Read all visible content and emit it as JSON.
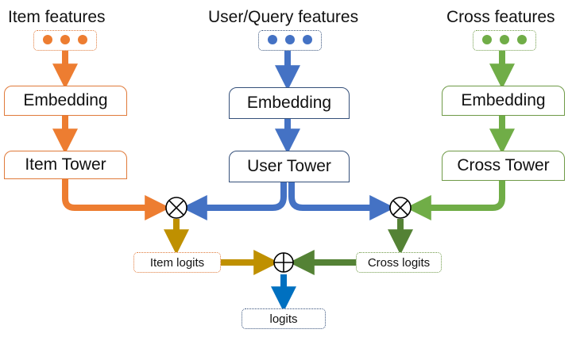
{
  "titles": {
    "item": "Item features",
    "user": "User/Query features",
    "cross": "Cross features"
  },
  "boxes": {
    "item_embedding": "Embedding",
    "item_tower": "Item Tower",
    "user_embedding": "Embedding",
    "user_tower": "User Tower",
    "cross_embedding": "Embedding",
    "cross_tower": "Cross Tower"
  },
  "outputs": {
    "item_logits": "Item logits",
    "cross_logits": "Cross logits",
    "logits": "logits"
  },
  "operators": {
    "multiply": "⊗",
    "add": "⊕"
  },
  "colors": {
    "item": "#ed7d31",
    "user": "#4472c4",
    "cross": "#70ad47",
    "item_logits_arrow": "#bf9000",
    "cross_logits_arrow": "#548235",
    "logits_arrow": "#0070c0"
  }
}
